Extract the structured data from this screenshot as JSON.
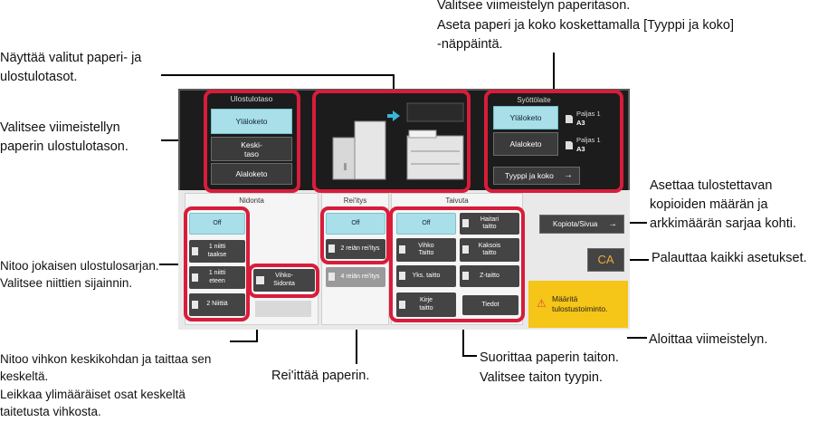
{
  "callouts": {
    "top_right_1": "Valitsee viimeistelyn paperitason.",
    "top_right_2": "Aseta paperi ja koko koskettamalla [Tyyppi ja koko]",
    "top_right_3": "-näppäintä.",
    "left_1a": "Näyttää valitut paperi- ja",
    "left_1b": "ulostulotasot.",
    "left_2a": "Valitsee viimeistellyn",
    "left_2b": "paperin ulostulotason.",
    "left_3a": "Nitoo jokaisen ulostulosarjan.",
    "left_3b": "Valitsee niittien sijainnin.",
    "left_4a": "Nitoo vihkon keskikohdan ja taittaa sen",
    "left_4b": "keskeltä.",
    "left_4c": "Leikkaa ylimääräiset osat keskeltä",
    "left_4d": "taitetusta vihkosta.",
    "bottom_1": "Rei'ittää paperin.",
    "bottom_2a": "Suorittaa paperin taiton.",
    "bottom_2b": "Valitsee taiton tyypin.",
    "right_1a": "Asettaa tulostettavan",
    "right_1b": "kopioiden määrän ja",
    "right_1c": "arkkimäärän sarjaa kohti.",
    "right_2": "Palauttaa kaikki asetukset.",
    "right_3": "Aloittaa viimeistelyn."
  },
  "ui": {
    "output_tray": {
      "title": "Ulostulotaso",
      "buttons": [
        "Yläloketo",
        "Keski-\ntaso",
        "Alaloketo"
      ]
    },
    "feed_tray": {
      "title": "Syöttölaite",
      "upper": "Yläloketo",
      "lower": "Alaloketo",
      "upper_paper": "Paljas 1",
      "upper_size": "A3",
      "lower_paper": "Paljas 1",
      "lower_size": "A3",
      "type_size_button": "Tyyppi ja koko"
    },
    "stapling": {
      "title": "Nidonta",
      "off": "Off",
      "staple_back": "1 niitti\ntaakse",
      "staple_front": "1 niitti\neteen",
      "staple_two": "2 Niittiä",
      "booklet": "Vihko-\nSidonta"
    },
    "punch": {
      "title": "Rei'itys",
      "off": "Off",
      "two_hole": "2 reiän rei'itys",
      "four_hole": "4 reiän rei'itys"
    },
    "fold": {
      "title": "Taivuta",
      "off": "Off",
      "accordion": "Haitari\ntaitto",
      "booklet_fold": "Vihko\nTaitto",
      "double_fold": "Kaksois\ntaitto",
      "half_fold": "Yks. taitto",
      "z_fold": "Z-taitto",
      "letter_fold": "Kirje\ntaitto",
      "details": "Tiedot"
    },
    "copies_button": "Kopiota/Sivua",
    "ca_button": "CA",
    "start_message": "Määritä\ntulostustoiminto."
  }
}
